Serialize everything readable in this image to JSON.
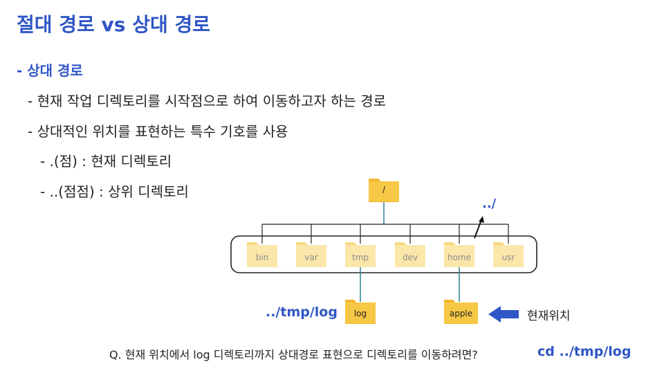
{
  "title": "절대 경로 vs 상대 경로",
  "section": "- 상대 경로",
  "bullets": [
    "- 현재 작업 디렉토리를 시작점으로 하여 이동하고자 하는 경로",
    "- 상대적인 위치를 표현하는 특수 기호를 사용",
    "- .(점)  : 현재 디렉토리",
    "- ..(점점) : 상위 디렉토리"
  ],
  "diagram": {
    "root": "/",
    "children": [
      "bin",
      "var",
      "tmp",
      "dev",
      "home",
      "usr"
    ],
    "tmp_child": "log",
    "home_child": "apple",
    "up_label": "../",
    "tmp_log_label": "../tmp/log",
    "current_label": "현재위치",
    "colors": {
      "folder": "#f7c845",
      "folder_tab": "#f3b72f",
      "folder_faded": "#fbe7a9",
      "line": "#222222",
      "teal_line": "#2a7d96",
      "arrow_blue": "#2f56c6"
    }
  },
  "question": "Q. 현재 위치에서 log 디렉토리까지 상대경로 표현으로 디렉토리를 이동하려면?",
  "answer": "cd ../tmp/log"
}
